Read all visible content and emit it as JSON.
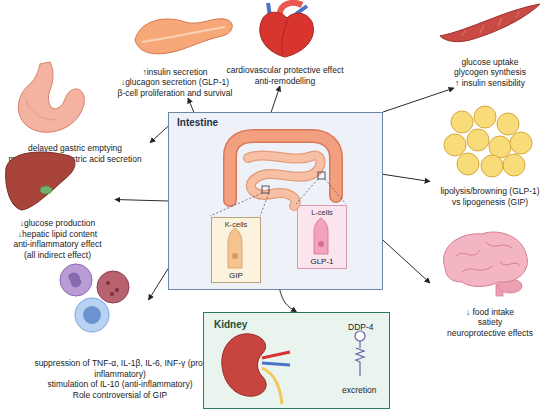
{
  "diagram": {
    "nodes": [
      {
        "text": [
          "Intestine"
        ]
      },
      {
        "text": [
          "K-cells",
          "GIP"
        ],
        "in": 0
      },
      {
        "text": [
          "L-cells",
          "GLP-1"
        ],
        "in": 0
      },
      {
        "text": [
          "↑insulin secretion",
          "↓glucagon secretion (GLP-1)",
          "β-cell proliferation and survival"
        ]
      },
      {
        "text": [
          "cardiovascular protective effect",
          "anti-remodelling"
        ]
      },
      {
        "text": [
          "glucose uptake",
          "glycogen synthesis",
          "↑ insulin sensibility"
        ]
      },
      {
        "text": [
          "delayed gastric emptying",
          "modulation of gastric acid secretion"
        ]
      },
      {
        "text": [
          "lipolysis/browning (GLP-1)",
          "vs lipogenesis (GIP)"
        ]
      },
      {
        "text": [
          "↓glucose production",
          "↓hepatic lipid content",
          "anti-inflammatory effect",
          "(all indirect effect)"
        ]
      },
      {
        "text": [
          "↓ food intake",
          "satiety",
          "neuroprotective effects"
        ]
      },
      {
        "text": [
          "suppression of TNF-α, IL-1β, IL-6, INF-γ (pro-inflammatory)",
          "stimulation of IL-10 (anti-inflammatory)",
          "Role controversial of GIP"
        ]
      },
      {
        "text": [
          "Kidney",
          "DDP-4",
          "excretion"
        ]
      }
    ],
    "edges": [
      {
        "from": 0,
        "to": 3,
        "arrow": "to"
      },
      {
        "from": 0,
        "to": 4,
        "arrow": "to"
      },
      {
        "from": 0,
        "to": 5,
        "arrow": "to"
      },
      {
        "from": 0,
        "to": 6,
        "arrow": "to"
      },
      {
        "from": 0,
        "to": 7,
        "arrow": "to"
      },
      {
        "from": 0,
        "to": 8,
        "arrow": "to"
      },
      {
        "from": 0,
        "to": 9,
        "arrow": "to"
      },
      {
        "from": 0,
        "to": 10,
        "arrow": "to"
      },
      {
        "from": 0,
        "to": 11,
        "arrow": "to"
      }
    ]
  }
}
